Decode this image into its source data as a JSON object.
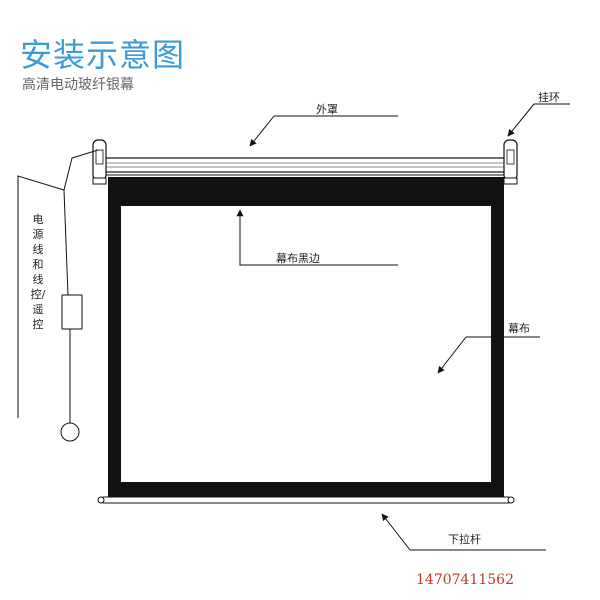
{
  "title": "安装示意图",
  "subtitle": "高清电动玻纤银幕",
  "labels": {
    "outer_cover": "外罩",
    "hang_ring": "挂环",
    "black_border": "幕布黑边",
    "screen_cloth": "幕布",
    "pull_rod": "下拉杆",
    "power_line": "电源线和线控/遥控"
  },
  "phone": "14707411562",
  "colors": {
    "title": "#3a9bd8",
    "border": "#111111",
    "phone": "#c0392b"
  }
}
